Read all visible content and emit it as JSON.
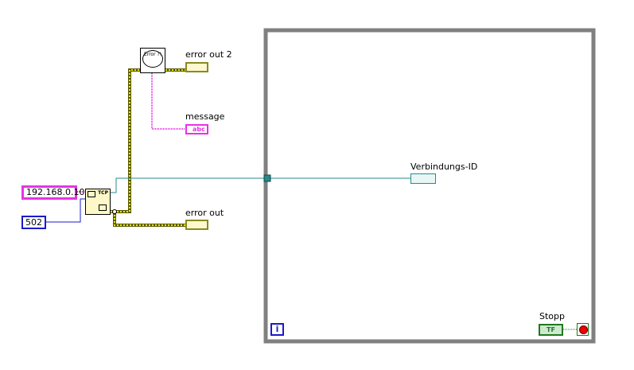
{
  "constants": {
    "ip": "192.168.0.10",
    "port": "502"
  },
  "nodes": {
    "tcp_open": "TCP",
    "error_handler": "Error ?!"
  },
  "indicators": {
    "error_out_2": {
      "label": "error out 2"
    },
    "message": {
      "label": "message",
      "glyph": "abc"
    },
    "connection_id": {
      "label": "Verbindungs-ID"
    },
    "error_out": {
      "label": "error out"
    }
  },
  "loop": {
    "iteration": "i",
    "stop_label": "Stopp",
    "stop_glyph": "TF"
  },
  "colors": {
    "error_wire": "#c8c800",
    "string": "#e633e6",
    "refnum": "#2a8a8a",
    "numeric": "#1a1acc",
    "boolean": "#1d7a1d",
    "loop_border": "#808080"
  }
}
